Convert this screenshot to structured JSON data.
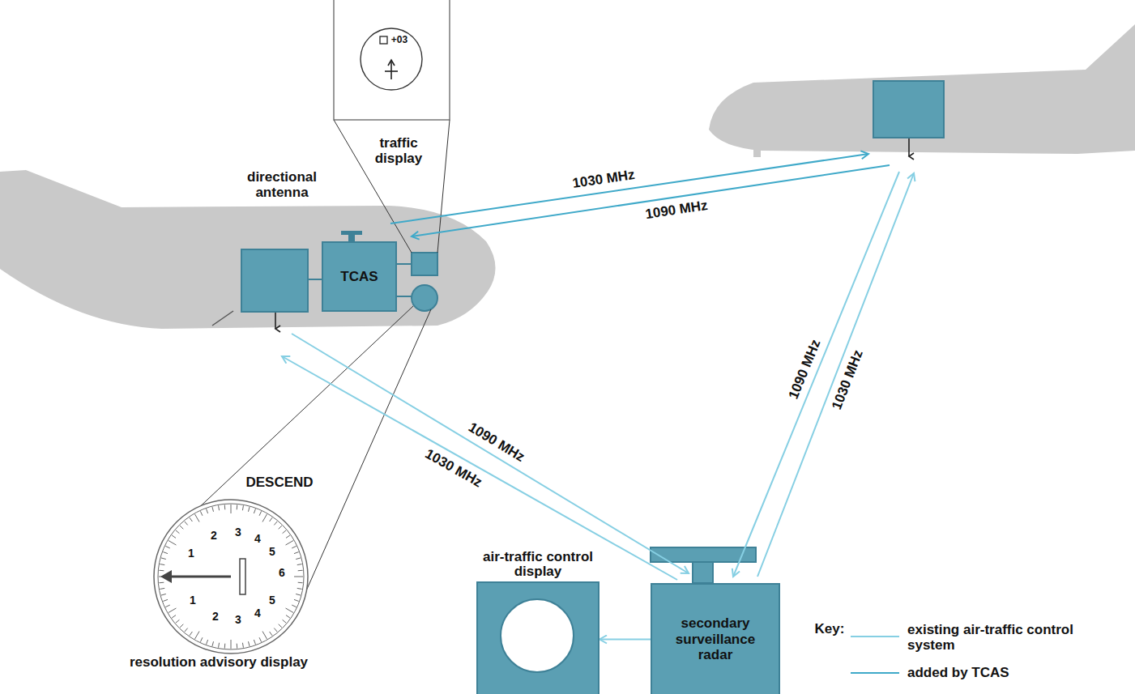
{
  "diagram": {
    "nodes": [
      {
        "text": [
          "TCAS"
        ]
      },
      {
        "text": [
          "air-traffic control display"
        ]
      },
      {
        "text": [
          "secondary surveillance radar"
        ]
      }
    ],
    "edges": [
      {
        "from": 2,
        "to": 1,
        "arrow": "to"
      }
    ],
    "labels": [
      "traffic display",
      "directional antenna",
      "+03",
      "1030 MHz",
      "1090 MHz",
      "1090 MHz",
      "1030 MHz",
      "1090 MHz",
      "1030 MHz",
      "DESCEND",
      "1",
      "2",
      "3",
      "4",
      "5",
      "6",
      "1",
      "2",
      "3",
      "4",
      "5",
      "resolution advisory display",
      "Key:"
    ],
    "legend": [
      {
        "text": "existing air-traffic control system"
      },
      {
        "text": "added by TCAS"
      }
    ]
  }
}
